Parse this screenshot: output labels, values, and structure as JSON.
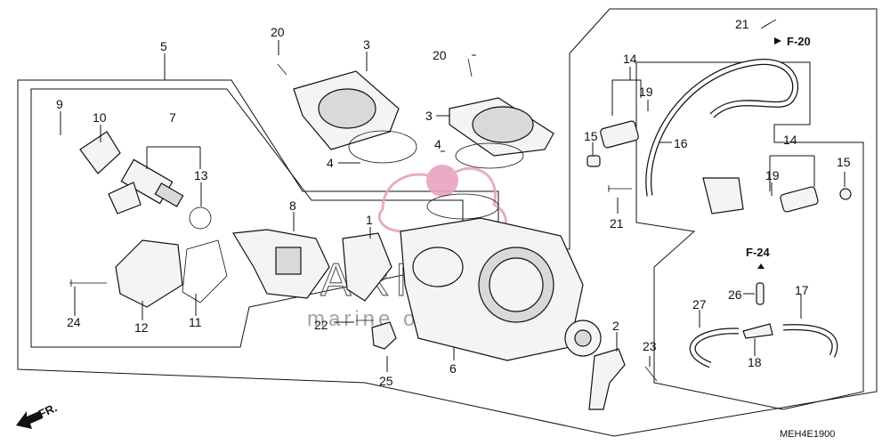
{
  "diagram": {
    "code": "MEH4E1900",
    "watermark": {
      "brand": "ARMADA",
      "sub": "marine outboards",
      "color": "#e8a3c2"
    },
    "front_marker": "FR.",
    "refs": {
      "f20": "F-20",
      "f24": "F-24"
    },
    "callouts": {
      "c1": "1",
      "c2": "2",
      "c3a": "3",
      "c3b": "3",
      "c4a": "4",
      "c4b": "4",
      "c5": "5",
      "c6": "6",
      "c7": "7",
      "c8": "8",
      "c9": "9",
      "c10": "10",
      "c11": "11",
      "c12": "12",
      "c13": "13",
      "c14a": "14",
      "c14b": "14",
      "c15a": "15",
      "c15b": "15",
      "c16": "16",
      "c17": "17",
      "c18": "18",
      "c19a": "19",
      "c19b": "19",
      "c20a": "20",
      "c20b": "20",
      "c21a": "21",
      "c21b": "21",
      "c22": "22",
      "c23": "23",
      "c24": "24",
      "c25": "25",
      "c26": "26",
      "c27": "27"
    }
  }
}
